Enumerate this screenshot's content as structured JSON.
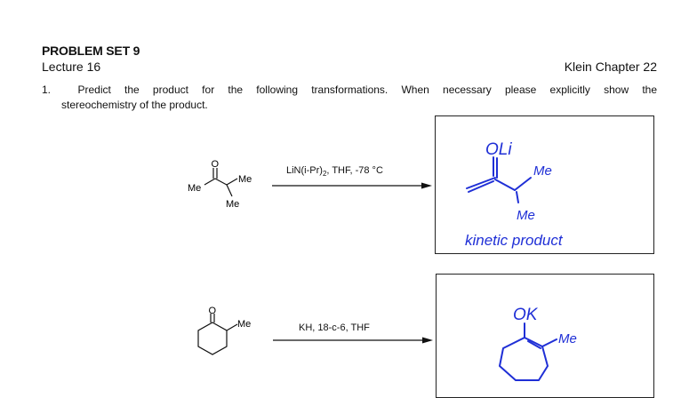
{
  "header": {
    "title": "PROBLEM SET 9",
    "lecture": "Lecture 16",
    "chapter": "Klein Chapter 22"
  },
  "question": {
    "number": "1.",
    "text_line1": "Predict the product for the following transformations.  When necessary please explicitly show the",
    "text_line2": "stereochemistry of the product."
  },
  "reaction1": {
    "reagent_prefix": "LiN(i-Pr)",
    "reagent_sub": "2",
    "reagent_suffix": ", THF, -78 °C",
    "substrate_labels": {
      "oxygen": "O",
      "me_left": "Me",
      "me_right": "Me",
      "me_bottom": "Me"
    },
    "answer": {
      "oli": "OLi",
      "me_top": "Me",
      "me_bottom": "Me",
      "caption": "kinetic product"
    }
  },
  "reaction2": {
    "reagent": "KH, 18-c-6, THF",
    "substrate_labels": {
      "oxygen": "O",
      "me": "Me"
    },
    "answer": {
      "ok": "OK",
      "me": "Me"
    }
  },
  "colors": {
    "ink": "#111111",
    "handwriting": "#1f2fd6",
    "box_border": "#222222"
  }
}
